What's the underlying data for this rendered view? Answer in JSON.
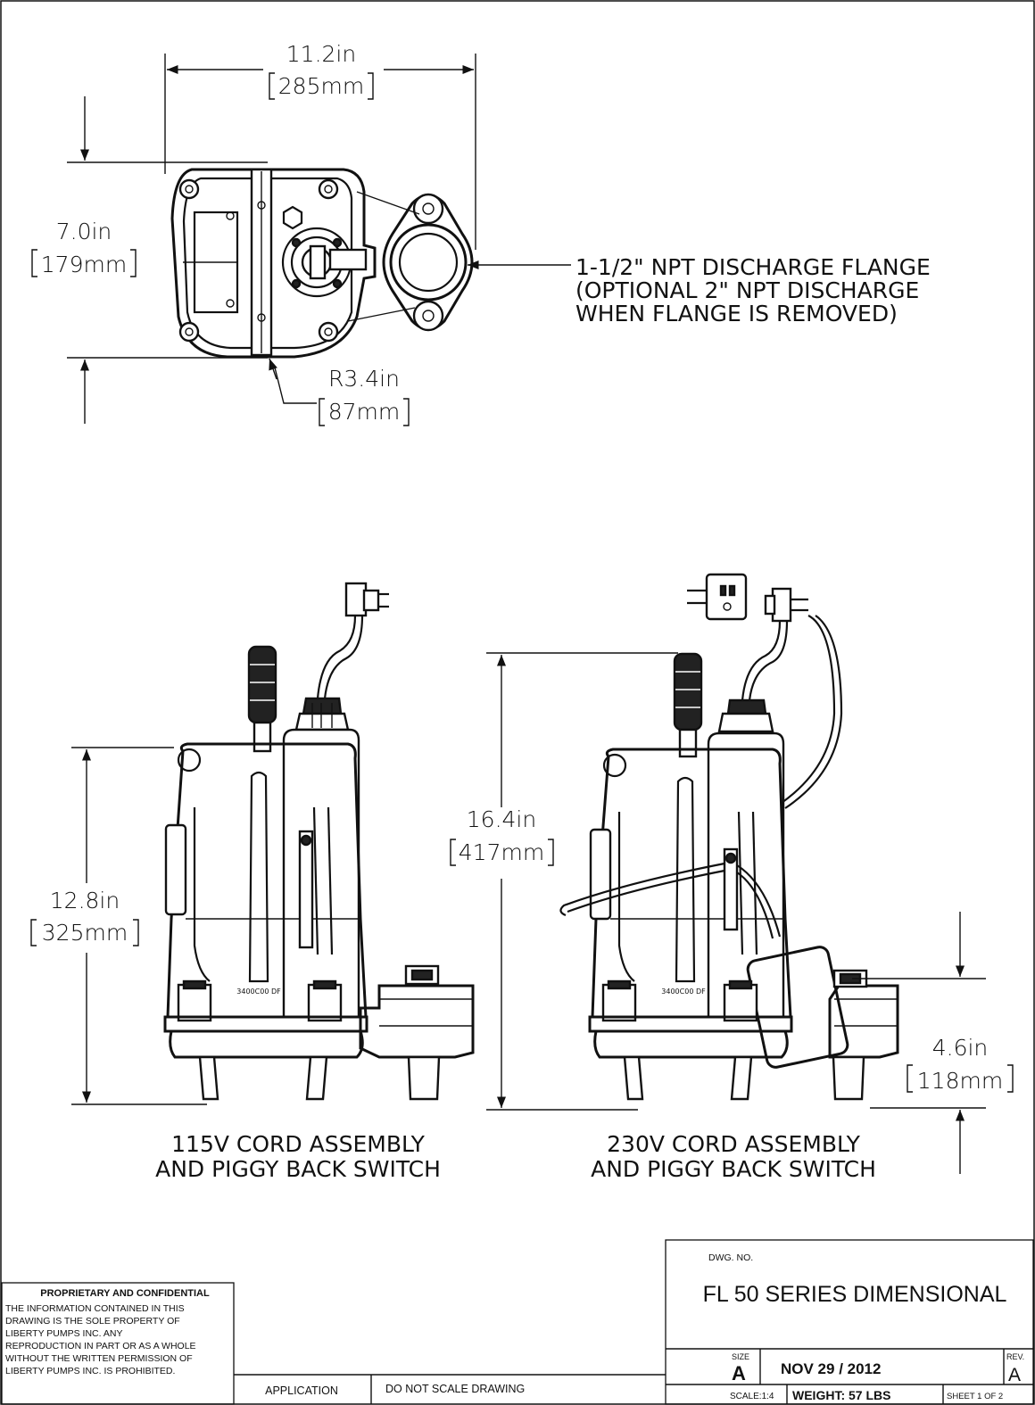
{
  "dimensions": {
    "width_in": "11.2in",
    "width_mm": "285mm",
    "depth_in": "7.0in",
    "depth_mm": "179mm",
    "radius_in": "R3.4in",
    "radius_mm": "87mm",
    "height_115_in": "12.8in",
    "height_115_mm": "325mm",
    "height_230_in": "16.4in",
    "height_230_mm": "417mm",
    "switch_in": "4.6in",
    "switch_mm": "118mm"
  },
  "callouts": {
    "discharge_line1": "1-1/2\" NPT DISCHARGE FLANGE",
    "discharge_line2": "(OPTIONAL 2\" NPT DISCHARGE",
    "discharge_line3": "WHEN FLANGE IS REMOVED)",
    "casting_mark": "3400C00 DF"
  },
  "views": {
    "left_line1": "115V CORD ASSEMBLY",
    "left_line2": "AND PIGGY BACK SWITCH",
    "right_line1": "230V CORD ASSEMBLY",
    "right_line2": "AND PIGGY BACK SWITCH"
  },
  "notice": {
    "title": "PROPRIETARY AND CONFIDENTIAL",
    "line1": "THE INFORMATION CONTAINED IN THIS",
    "line2": "DRAWING IS THE SOLE PROPERTY OF",
    "line3": "LIBERTY PUMPS INC.  ANY",
    "line4": "REPRODUCTION IN PART OR AS A WHOLE",
    "line5": "WITHOUT THE WRITTEN PERMISSION OF",
    "line6": "LIBERTY PUMPS INC. IS PROHIBITED."
  },
  "title_block": {
    "dwg_no_label": "DWG. NO.",
    "title": "FL 50 SERIES DIMENSIONAL",
    "size_label": "SIZE",
    "size_value": "A",
    "date": "NOV 29 / 2012",
    "rev_label": "REV.",
    "rev_value": "A",
    "scale": "SCALE:1:4",
    "weight": "WEIGHT:  57 LBS",
    "sheet": "SHEET 1 OF 2",
    "application": "APPLICATION",
    "do_not_scale": "DO NOT SCALE DRAWING"
  }
}
